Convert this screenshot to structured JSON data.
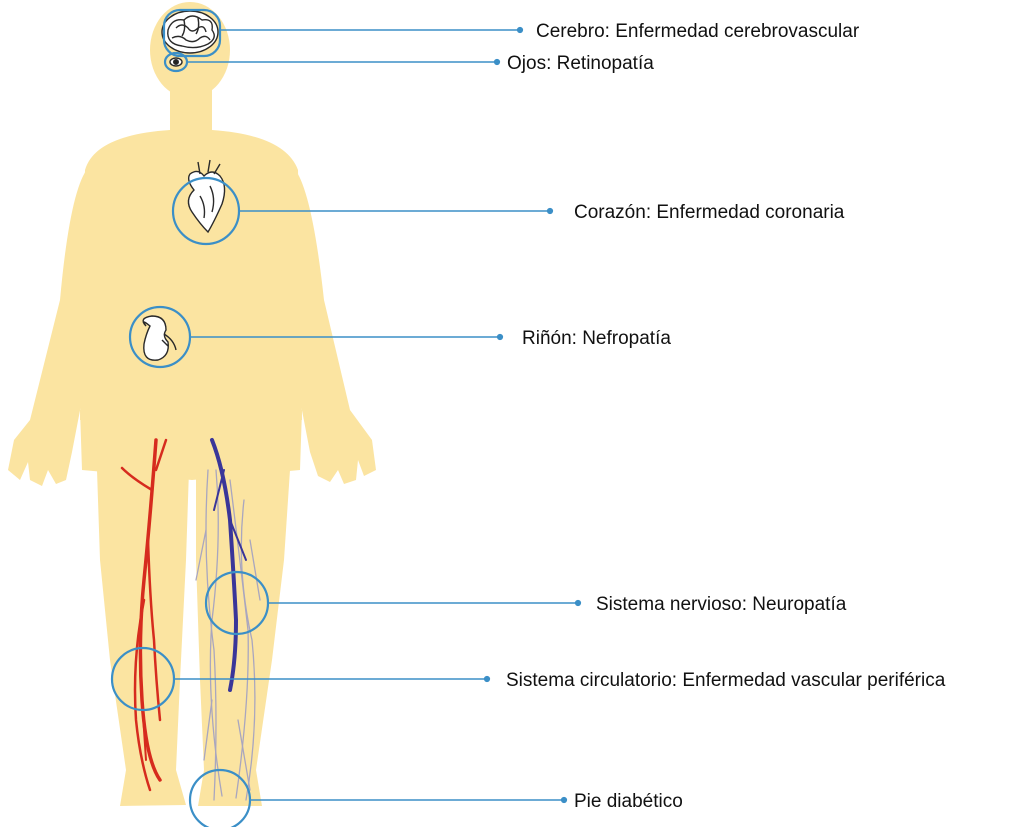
{
  "colors": {
    "skin": "#fbe4a1",
    "callout": "#3b8fc7",
    "artery": "#d62b1e",
    "vein": "#3a3699",
    "nerve": "#a9a6bf",
    "organ_stroke": "#2a2a2a",
    "text": "#111111"
  },
  "callouts": [
    {
      "id": "brain",
      "label": "Cerebro: Enfermedad cerebrovascular",
      "icon": "brain-icon"
    },
    {
      "id": "eyes",
      "label": "Ojos: Retinopatía",
      "icon": "eye-icon"
    },
    {
      "id": "heart",
      "label": "Corazón: Enfermedad coronaria",
      "icon": "heart-icon"
    },
    {
      "id": "kidney",
      "label": "Riñón: Nefropatía",
      "icon": "kidney-icon"
    },
    {
      "id": "nervous",
      "label": "Sistema nervioso: Neuropatía",
      "icon": "nerves-icon"
    },
    {
      "id": "circulatory",
      "label": "Sistema circulatorio: Enfermedad vascular periférica",
      "icon": "blood-vessels-icon"
    },
    {
      "id": "foot",
      "label": "Pie diabético",
      "icon": "foot-icon"
    }
  ]
}
